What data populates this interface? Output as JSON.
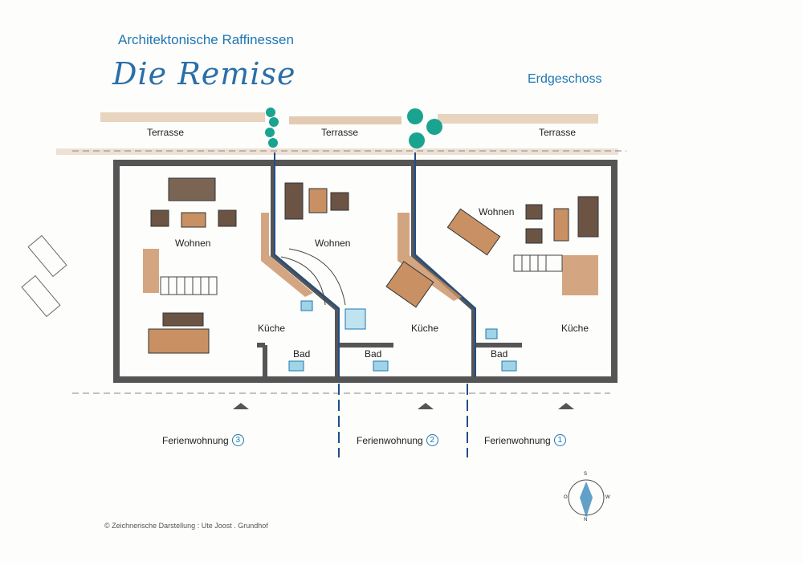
{
  "header": {
    "subtitle": "Architektonische Raffinessen",
    "title": "Die Remise",
    "floor": "Erdgeschoss"
  },
  "terraces": [
    "Terrasse",
    "Terrasse",
    "Terrasse"
  ],
  "rooms": {
    "wohnen": [
      "Wohnen",
      "Wohnen",
      "Wohnen"
    ],
    "kueche": [
      "Küche",
      "Küche",
      "Küche"
    ],
    "bad": [
      "Bad",
      "Bad",
      "Bad"
    ]
  },
  "units": [
    {
      "label": "Ferienwohnung",
      "number": "3"
    },
    {
      "label": "Ferienwohnung",
      "number": "2"
    },
    {
      "label": "Ferienwohnung",
      "number": "1"
    }
  ],
  "compass": {
    "n": "N",
    "s": "S",
    "o": "O",
    "w": "W"
  },
  "credit": "Zeichnerische Darstellung : Ute Joost . Grundhof",
  "colors": {
    "accent": "#1f77b4",
    "wall": "#555555",
    "wood": "#c89063",
    "furniture": "#6b5444",
    "tree": "#1aa38f"
  }
}
